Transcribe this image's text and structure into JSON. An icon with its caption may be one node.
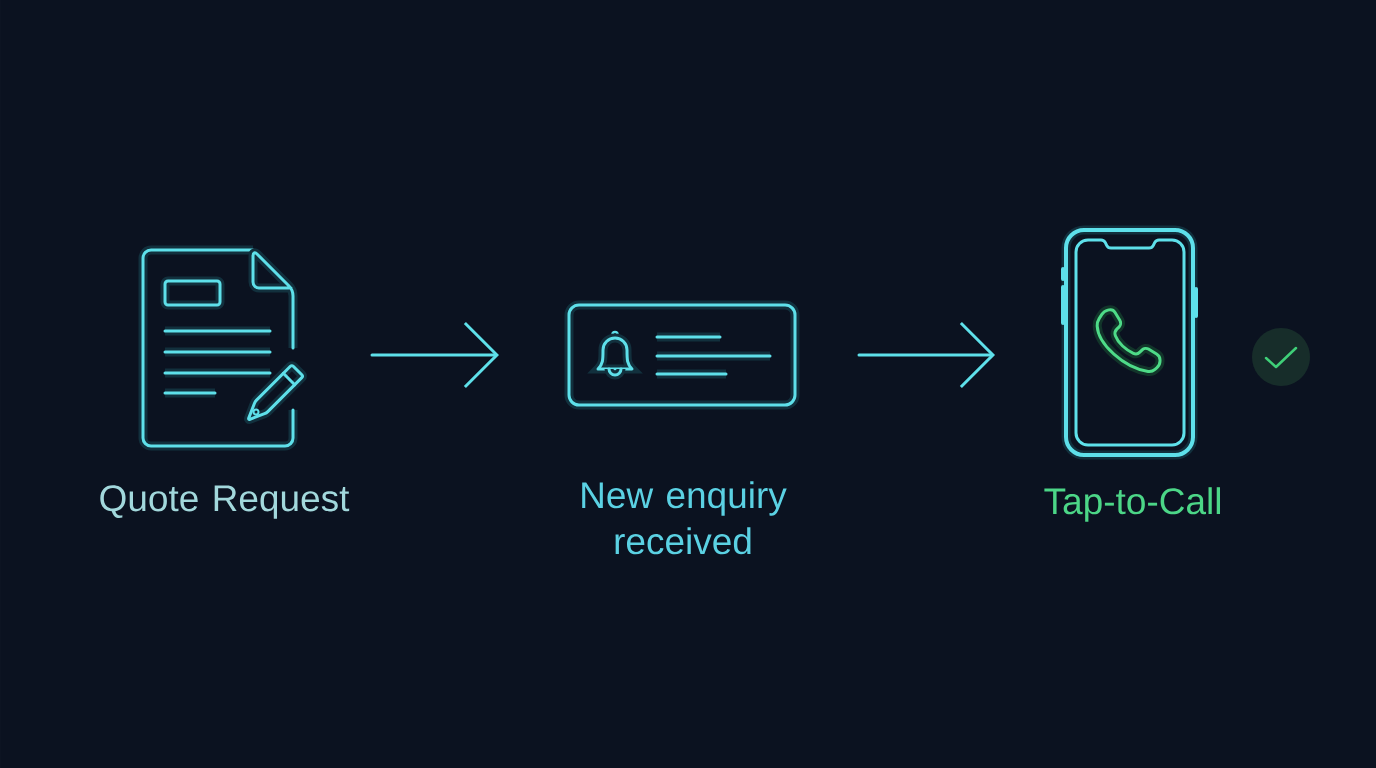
{
  "diagram": {
    "nodes": [
      {
        "text": [],
        "shape": "picture",
        "beside": [
          "Quote Request"
        ]
      },
      {
        "text": [],
        "shape": "picture",
        "beside": [
          "New enquiry received"
        ]
      },
      {
        "text": [],
        "shape": "picture",
        "beside": [
          "Tap-to-Call"
        ]
      }
    ],
    "edges": [
      {
        "from": 0,
        "to": 1,
        "arrow": "to"
      },
      {
        "from": 1,
        "to": 2,
        "arrow": "to"
      }
    ]
  }
}
